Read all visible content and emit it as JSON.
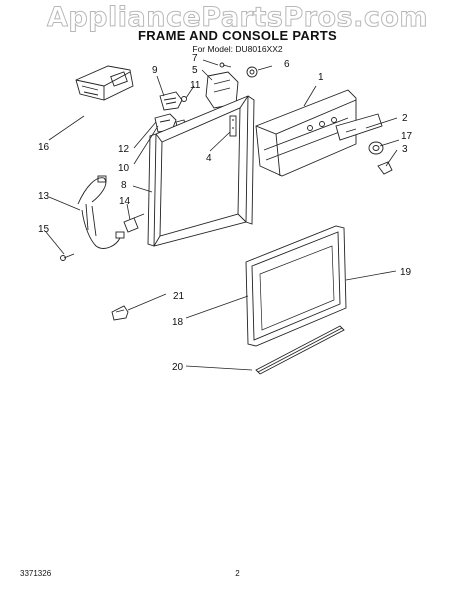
{
  "watermark": "AppliancePartsPros.com",
  "title": "FRAME AND CONSOLE PARTS",
  "subtitle": "For Model: DU8016XX2",
  "callouts": [
    "1",
    "2",
    "3",
    "4",
    "5",
    "6",
    "7",
    "8",
    "9",
    "10",
    "11",
    "12",
    "13",
    "14",
    "15",
    "16",
    "17",
    "18",
    "19",
    "20",
    "21"
  ],
  "footer": {
    "code": "3371326",
    "page": "2"
  }
}
